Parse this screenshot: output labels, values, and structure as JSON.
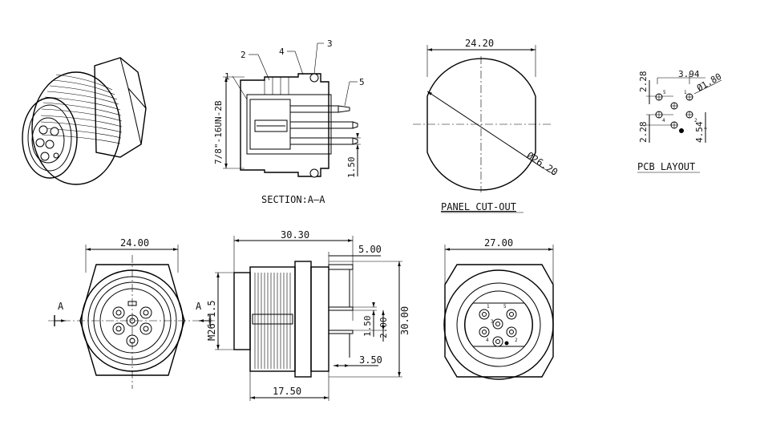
{
  "views": {
    "section": {
      "caption": "SECTION:A—A",
      "thread_label": "7/8\"-16UN-2B",
      "callouts": [
        "1",
        "2",
        "3",
        "4",
        "5"
      ],
      "dim_pin": "1.50"
    },
    "panel_cutout": {
      "caption": "PANEL CUT-OUT",
      "dim_flat": "24.20",
      "dim_diameter": "Ø26.20"
    },
    "pcb_layout": {
      "caption": "PCB LAYOUT",
      "dim_a": "3.94",
      "dim_b": "Ø1.80",
      "dim_c": "2.28",
      "dim_d": "2.28",
      "dim_e": "4.54",
      "pin_labels": [
        "5",
        "1",
        "4",
        "2"
      ]
    },
    "front": {
      "dim_width": "24.00",
      "section_mark_left": "A",
      "section_mark_right": "A"
    },
    "side": {
      "dim_overall": "30.30",
      "dim_pin_len": "5.00",
      "dim_thread_label": "M26*1.5",
      "dim_pitch": "1.50",
      "dim_pin_offset": "2.00",
      "dim_height": "30.00",
      "dim_pin_tail": "3.50",
      "dim_thread_len": "17.50"
    },
    "rear": {
      "dim_width": "27.00",
      "pin_labels": [
        "1",
        "5",
        "3",
        "4",
        "2"
      ]
    }
  }
}
